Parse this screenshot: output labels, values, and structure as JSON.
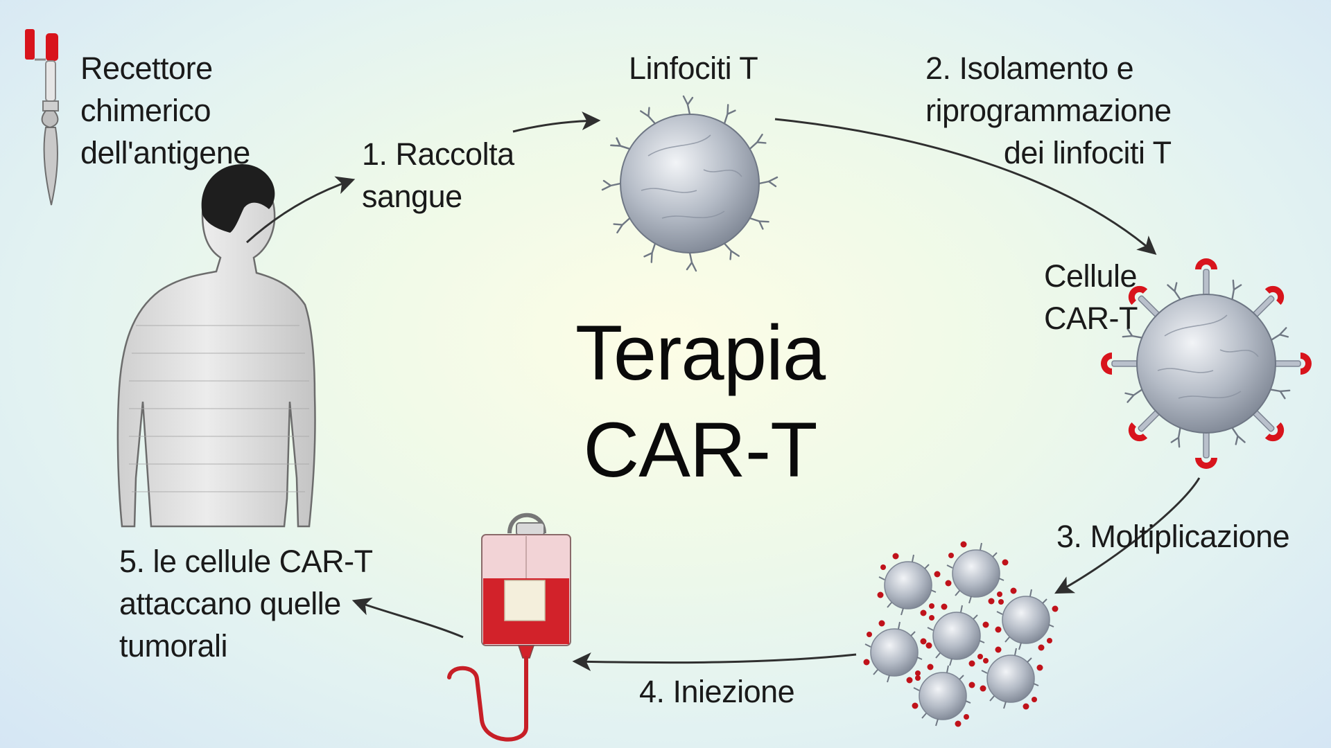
{
  "legend": {
    "icon": "car-receptor-icon",
    "lines": [
      "Recettore",
      "chimerico",
      "dell'antigene"
    ]
  },
  "title": {
    "lines": [
      "Terapia",
      "CAR-T"
    ]
  },
  "steps": {
    "linfociti": {
      "lines": [
        "Linfociti T"
      ]
    },
    "step1": {
      "lines": [
        "1. Raccolta",
        "sangue"
      ]
    },
    "step2": {
      "lines": [
        "2.  Isolamento e",
        "riprogrammazione",
        "dei linfociti T"
      ]
    },
    "cellule": {
      "lines": [
        "Cellule",
        "CAR-T"
      ]
    },
    "step3": {
      "lines": [
        "3. Moltiplicazione"
      ]
    },
    "step4": {
      "lines": [
        "4. Iniezione"
      ]
    },
    "step5": {
      "lines": [
        "5. le cellule  CAR-T",
        "attaccano quelle",
        "tumorali"
      ]
    }
  },
  "colors": {
    "receptor_red": "#d8141c",
    "cell_gray": "#a9b1bd",
    "blood_red": "#d2222a",
    "arrow": "#2f2f2f"
  },
  "icons": {
    "patient": "human-figure-icon",
    "t_cell": "t-cell-icon",
    "car_t_cell": "car-t-cell-icon",
    "cell_cluster": "multiplied-cells-icon",
    "iv_bag": "iv-bag-icon"
  }
}
